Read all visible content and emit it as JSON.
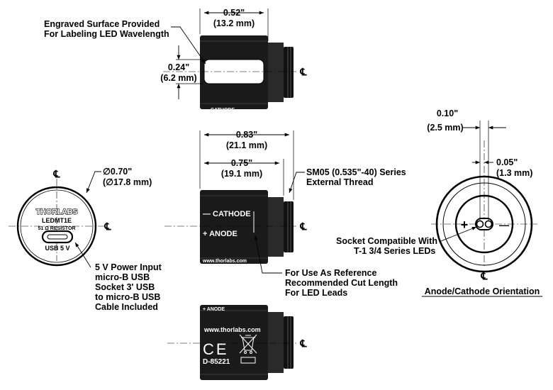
{
  "top_view": {
    "engraved_label_line1": "Engraved Surface Provided",
    "engraved_label_line2": "For Labeling LED Wavelength",
    "width_in": "0.52\"",
    "width_mm": "(13.2 mm)",
    "height_in": "0.24\"",
    "height_mm": "(6.2 mm)",
    "cathode_text": "— CATHODE",
    "centerline": "℄"
  },
  "front_view": {
    "centerline": "℄",
    "diameter_in": "∅0.70\"",
    "diameter_mm": "(∅17.8 mm)",
    "brand": "THORLABS",
    "model": "LEDMT1E",
    "resistor": "51 Ω RESISTOR",
    "usb_label": "USB 5 V",
    "power_line1": "5 V Power Input",
    "power_line2": "micro-B USB",
    "power_line3": "Socket 3' USB",
    "power_line4": "to micro-B USB",
    "power_line5": "Cable Included"
  },
  "side_view": {
    "length_total_in": "0.83\"",
    "length_total_mm": "(21.1 mm)",
    "length_body_in": "0.75\"",
    "length_body_mm": "(19.1 mm)",
    "thread_line1": "SM05 (0.535\"-40) Series",
    "thread_line2": "External Thread",
    "cathode": "— CATHODE",
    "anode": "+ ANODE",
    "website": "www.thorlabs.com",
    "reference_line1": "For Use As Reference",
    "reference_line2": "Recommended Cut Length",
    "reference_line3": "For LED Leads",
    "centerline": "℄"
  },
  "bottom_view": {
    "anode_text": "+ ANODE",
    "website": "www.thorlabs.com",
    "ce_mark": "CE",
    "part_number": "D-85221",
    "centerline": "℄"
  },
  "socket_view": {
    "pitch_in": "0.10\"",
    "pitch_mm": "(2.5 mm)",
    "offset_in": "0.05\"",
    "offset_mm": "(1.3 mm)",
    "plus": "+",
    "minus": "—",
    "socket_line1": "Socket Compatible With",
    "socket_line2": "T-1 3/4 Series LEDs",
    "centerline": "℄",
    "orientation_title": "Anode/Cathode Orientation"
  }
}
